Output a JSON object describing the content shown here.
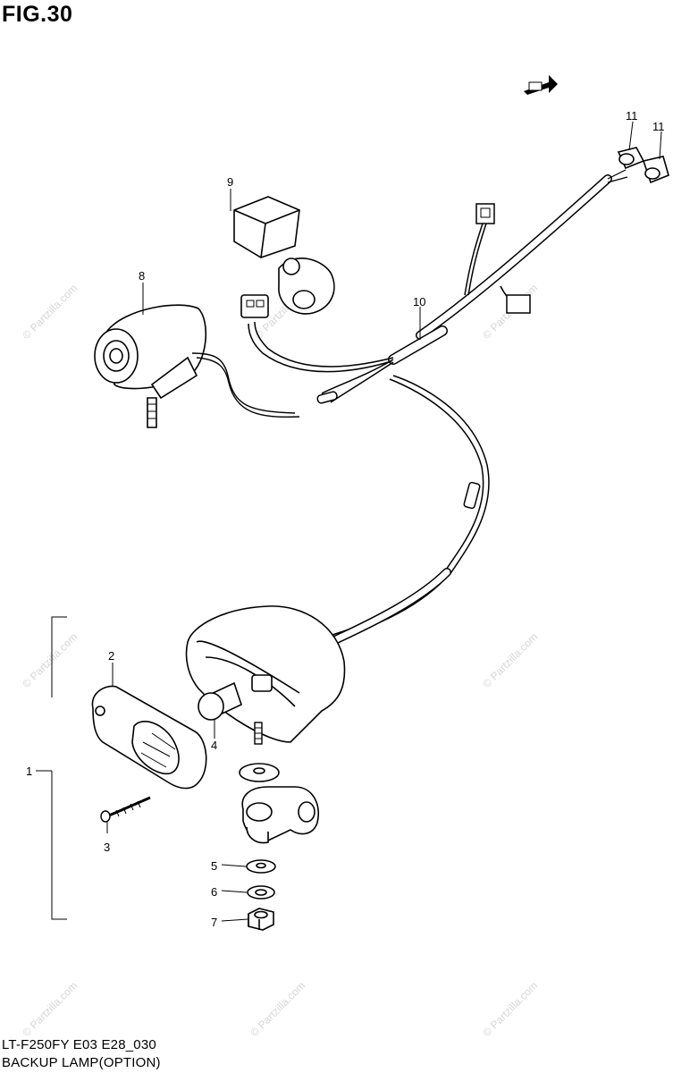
{
  "figure": {
    "title": "FIG.30"
  },
  "footer": {
    "model_line": "LT-F250FY E03 E28_030",
    "caption": "BACKUP LAMP(OPTION)"
  },
  "watermark": {
    "text": "© Partzilla.com"
  },
  "parts": [
    {
      "id": "p1",
      "label": "1"
    },
    {
      "id": "p2",
      "label": "2"
    },
    {
      "id": "p3",
      "label": "3"
    },
    {
      "id": "p4",
      "label": "4"
    },
    {
      "id": "p5",
      "label": "5"
    },
    {
      "id": "p6",
      "label": "6"
    },
    {
      "id": "p7",
      "label": "7"
    },
    {
      "id": "p8",
      "label": "8"
    },
    {
      "id": "p9",
      "label": "9"
    },
    {
      "id": "p10",
      "label": "10"
    },
    {
      "id": "p11a",
      "label": "11"
    },
    {
      "id": "p11b",
      "label": "11"
    }
  ]
}
